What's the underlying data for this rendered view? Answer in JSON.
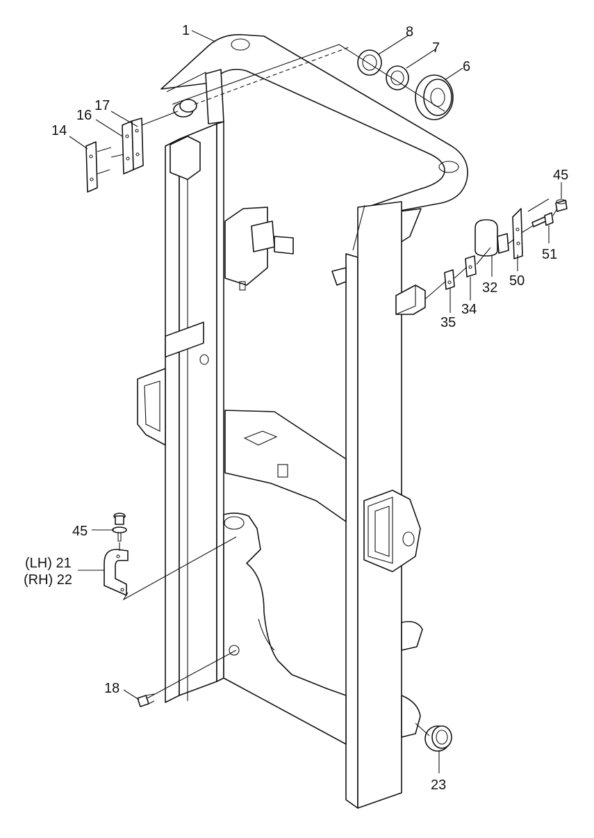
{
  "colors": {
    "line": "#111111",
    "background": "#ffffff"
  },
  "callouts": [
    {
      "id": "c1",
      "label": "1"
    },
    {
      "id": "c8",
      "label": "8"
    },
    {
      "id": "c7",
      "label": "7"
    },
    {
      "id": "c6",
      "label": "6"
    },
    {
      "id": "c17",
      "label": "17"
    },
    {
      "id": "c16",
      "label": "16"
    },
    {
      "id": "c14",
      "label": "14"
    },
    {
      "id": "c45a",
      "label": "45"
    },
    {
      "id": "c51",
      "label": "51"
    },
    {
      "id": "c50",
      "label": "50"
    },
    {
      "id": "c32",
      "label": "32"
    },
    {
      "id": "c34",
      "label": "34"
    },
    {
      "id": "c35",
      "label": "35"
    },
    {
      "id": "c45b",
      "label": "45"
    },
    {
      "id": "c21",
      "label": "(LH) 21"
    },
    {
      "id": "c22",
      "label": "(RH) 22"
    },
    {
      "id": "c18",
      "label": "18"
    },
    {
      "id": "c23",
      "label": "23"
    }
  ]
}
